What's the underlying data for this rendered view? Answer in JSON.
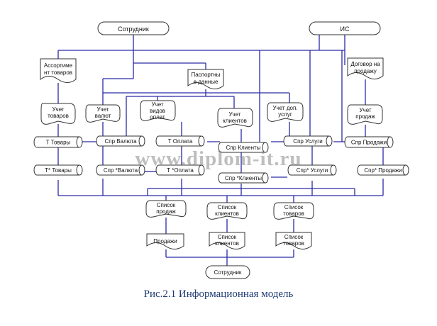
{
  "nodes": {
    "employee_top": "Сотрудник",
    "is_top": "ИС",
    "assortment": [
      "Ассортиме",
      "нт товаров"
    ],
    "passport": [
      "Паспортны",
      "е данные"
    ],
    "contract": [
      "Договор на",
      "продажу"
    ],
    "proc_goods": [
      "Учет",
      "товаров"
    ],
    "proc_currency": [
      "Учет",
      "валют"
    ],
    "proc_payment": [
      "Учет",
      "видов",
      "оплат"
    ],
    "proc_clients": [
      "Учет",
      "клиентов"
    ],
    "proc_services": [
      "Учет доп.",
      "услуг"
    ],
    "proc_sales": [
      "Учет",
      "продаж"
    ],
    "t_goods": "Т Товары",
    "t_goods2": "Т* Товары",
    "spr_currency": "Спр Валюта",
    "spr_currency2": "Спр *Валюта",
    "t_payment": "Т Оплата",
    "t_payment2": "Т *Оплата",
    "spr_clients": "Спр Клиенты",
    "spr_clients2": "Спр *Клиенты",
    "spr_services": "Спр Услуги",
    "spr_services2": "Спр* Услуги",
    "spr_sales": "Спр Продажи",
    "spr_sales2": "Спр* Продажи",
    "list_sales": [
      "Список",
      "продаж"
    ],
    "list_clients": [
      "Список",
      "клиентов"
    ],
    "list_goods": [
      "Список",
      "товаров"
    ],
    "doc_sales": "Продажи",
    "doc_clients": [
      "Список",
      "клиентов"
    ],
    "doc_goods": [
      "Список",
      "товаров"
    ],
    "employee_bottom": "Сотрудник"
  },
  "watermark": "www.diplom-it.ru",
  "caption": "Рис.2.1 Информационная модель",
  "colors": {
    "line": "#2a2aa8",
    "stroke": "#333333",
    "text": "#111111",
    "caption": "#1f3b73"
  }
}
